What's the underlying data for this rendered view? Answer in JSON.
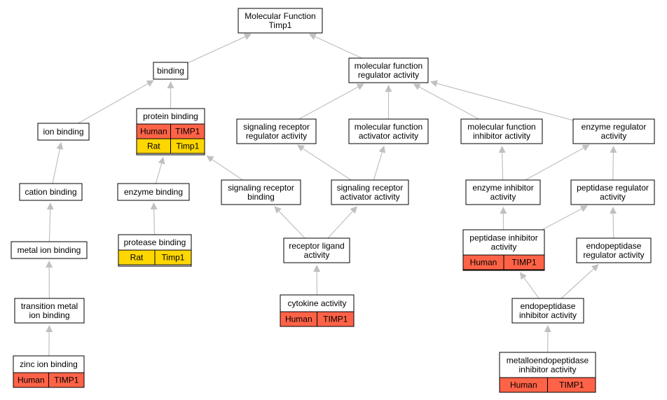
{
  "colors": {
    "human": "#ff6347",
    "rat": "#ffd700",
    "edge": "#c0c0c0"
  },
  "nodes": [
    {
      "id": "root",
      "lines": [
        "Molecular Function",
        "Timp1"
      ]
    },
    {
      "id": "binding",
      "lines": [
        "binding"
      ]
    },
    {
      "id": "mfra",
      "lines": [
        "molecular function",
        "regulator activity"
      ]
    },
    {
      "id": "ionb",
      "lines": [
        "ion binding"
      ]
    },
    {
      "id": "protb",
      "lines": [
        "protein binding"
      ],
      "rows": [
        [
          "Human",
          "TIMP1"
        ],
        [
          "Rat",
          "Timp1"
        ]
      ],
      "row_species": [
        "human",
        "rat"
      ]
    },
    {
      "id": "srra",
      "lines": [
        "signaling receptor",
        "regulator activity"
      ]
    },
    {
      "id": "mfaa",
      "lines": [
        "molecular function",
        "activator activity"
      ]
    },
    {
      "id": "mfia",
      "lines": [
        "molecular function",
        "inhibitor activity"
      ]
    },
    {
      "id": "enzra",
      "lines": [
        "enzyme regulator",
        "activity"
      ]
    },
    {
      "id": "catb",
      "lines": [
        "cation binding"
      ]
    },
    {
      "id": "enzb",
      "lines": [
        "enzyme binding"
      ]
    },
    {
      "id": "srb",
      "lines": [
        "signaling receptor",
        "binding"
      ]
    },
    {
      "id": "sraa",
      "lines": [
        "signaling receptor",
        "activator activity"
      ]
    },
    {
      "id": "enzia",
      "lines": [
        "enzyme inhibitor",
        "activity"
      ]
    },
    {
      "id": "pepra",
      "lines": [
        "peptidase regulator",
        "activity"
      ]
    },
    {
      "id": "metb",
      "lines": [
        "metal ion binding"
      ]
    },
    {
      "id": "proteb",
      "lines": [
        "protease binding"
      ],
      "rows": [
        [
          "Rat",
          "Timp1"
        ]
      ],
      "row_species": [
        "rat"
      ]
    },
    {
      "id": "rla",
      "lines": [
        "receptor ligand",
        "activity"
      ]
    },
    {
      "id": "pepia",
      "lines": [
        "peptidase inhibitor",
        "activity"
      ],
      "rows": [
        [
          "Human",
          "TIMP1"
        ]
      ],
      "row_species": [
        "human"
      ]
    },
    {
      "id": "endra",
      "lines": [
        "endopeptidase",
        "regulator activity"
      ]
    },
    {
      "id": "tmib",
      "lines": [
        "transition metal",
        "ion binding"
      ]
    },
    {
      "id": "cyto",
      "lines": [
        "cytokine activity"
      ],
      "rows": [
        [
          "Human",
          "TIMP1"
        ]
      ],
      "row_species": [
        "human"
      ]
    },
    {
      "id": "endia",
      "lines": [
        "endopeptidase",
        "inhibitor activity"
      ]
    },
    {
      "id": "znb",
      "lines": [
        "zinc ion binding"
      ],
      "rows": [
        [
          "Human",
          "TIMP1"
        ]
      ],
      "row_species": [
        "human"
      ]
    },
    {
      "id": "mepia",
      "lines": [
        "metalloendopeptidase",
        "inhibitor activity"
      ],
      "rows": [
        [
          "Human",
          "TIMP1"
        ]
      ],
      "row_species": [
        "human"
      ]
    }
  ],
  "edges": [
    [
      "binding",
      "root"
    ],
    [
      "mfra",
      "root"
    ],
    [
      "ionb",
      "binding"
    ],
    [
      "protb",
      "binding"
    ],
    [
      "srra",
      "mfra"
    ],
    [
      "mfaa",
      "mfra"
    ],
    [
      "mfia",
      "mfra"
    ],
    [
      "enzra",
      "mfra"
    ],
    [
      "catb",
      "ionb"
    ],
    [
      "enzb",
      "protb"
    ],
    [
      "srb",
      "protb"
    ],
    [
      "sraa",
      "srra"
    ],
    [
      "sraa",
      "mfaa"
    ],
    [
      "enzia",
      "mfia"
    ],
    [
      "enzia",
      "enzra"
    ],
    [
      "pepra",
      "enzra"
    ],
    [
      "metb",
      "catb"
    ],
    [
      "proteb",
      "enzb"
    ],
    [
      "rla",
      "srb"
    ],
    [
      "rla",
      "sraa"
    ],
    [
      "pepia",
      "enzia"
    ],
    [
      "pepia",
      "pepra"
    ],
    [
      "endra",
      "pepra"
    ],
    [
      "tmib",
      "metb"
    ],
    [
      "cyto",
      "rla"
    ],
    [
      "endia",
      "pepia"
    ],
    [
      "endia",
      "endra"
    ],
    [
      "znb",
      "tmib"
    ],
    [
      "mepia",
      "endia"
    ]
  ]
}
